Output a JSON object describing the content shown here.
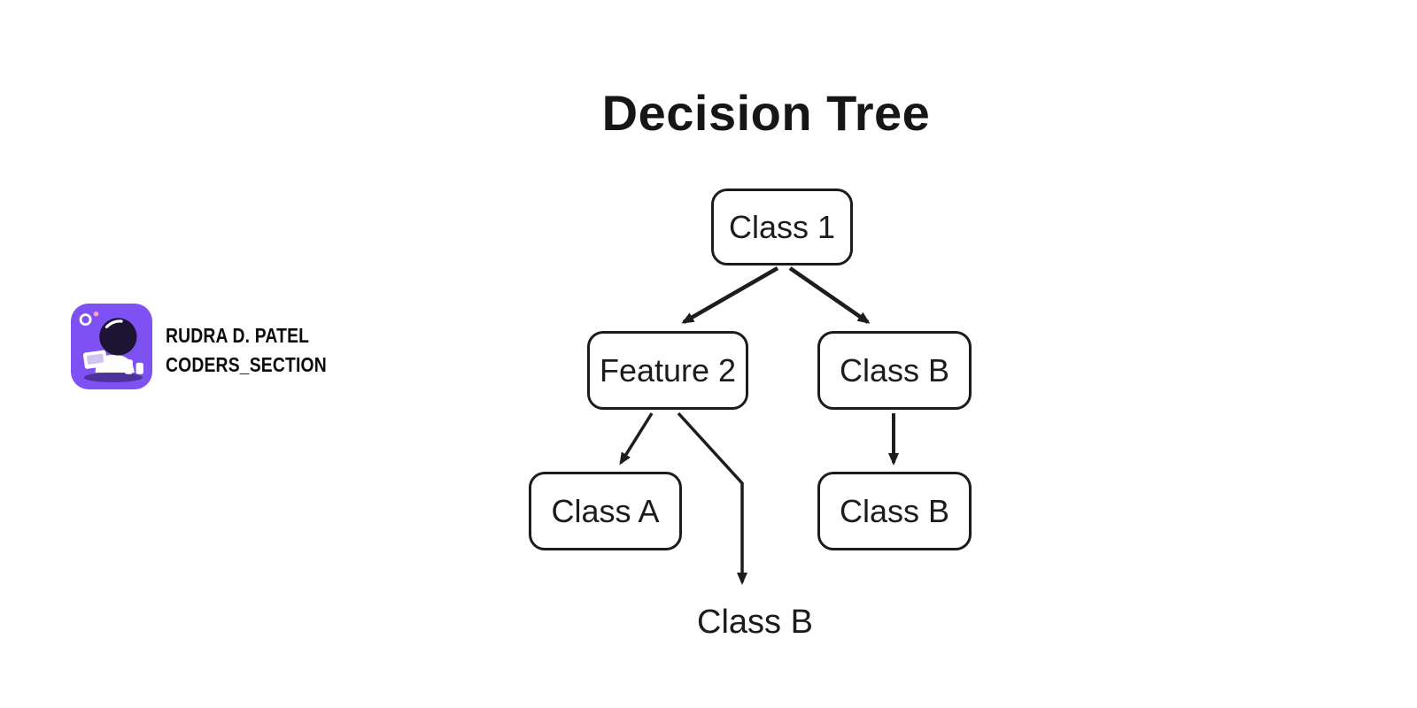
{
  "diagram": {
    "title": "Decision Tree",
    "nodes": {
      "root": "Class 1",
      "left_child": "Feature 2",
      "right_child": "Class B",
      "left_grandchild": "Class A",
      "right_grandchild": "Class B",
      "unboxed_leaf": "Class B"
    }
  },
  "branding": {
    "name": "RUDRA D. PATEL",
    "handle": "CODERS_SECTION",
    "logo_icon": "astronaut-icon",
    "logo_color": "#7e52f2"
  }
}
